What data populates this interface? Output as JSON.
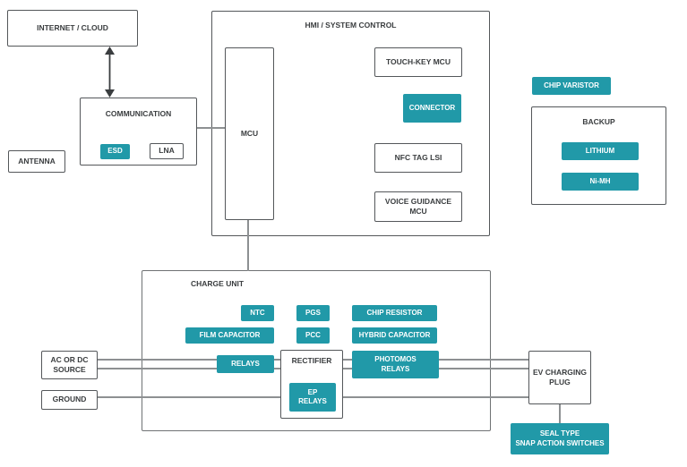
{
  "colors": {
    "accent_teal": "#2199a8",
    "box_border": "#54575a",
    "container_border": "#6f7274",
    "connector_line": "#8d9092",
    "text": "#3a3d3f"
  },
  "nodes": {
    "internet": "INTERNET / CLOUD",
    "communication": "COMMUNICATION",
    "esd": "ESD",
    "lna": "LNA",
    "antenna": "ANTENNA",
    "hmi": "HMI / SYSTEM CONTROL",
    "mcu": "MCU",
    "touch_key_mcu": "TOUCH-KEY MCU",
    "connector": "CONNECTOR",
    "nfc_tag_lsi": "NFC TAG LSI",
    "voice_guidance_mcu": "VOICE GUIDANCE\nMCU",
    "chip_varistor": "CHIP VARISTOR",
    "backup": "BACKUP",
    "lithium": "LITHIUM",
    "nimh": "Ni-MH",
    "charge_unit": "CHARGE UNIT",
    "ntc": "NTC",
    "pgs": "PGS",
    "chip_resistor": "CHIP RESISTOR",
    "film_capacitor": "FILM CAPACITOR",
    "pcc": "PCC",
    "hybrid_capacitor": "HYBRID CAPACITOR",
    "relays": "RELAYS",
    "rectifier": "RECTIFIER",
    "ep_relays": "EP\nRELAYS",
    "photomos_relays": "PHOTOMOS\nRELAYS",
    "ac_source": "AC OR DC\nSOURCE",
    "ground": "GROUND",
    "ev_plug": "EV CHARGING\nPLUG",
    "seal_switches": "SEAL TYPE\nSNAP ACTION SWITCHES"
  }
}
